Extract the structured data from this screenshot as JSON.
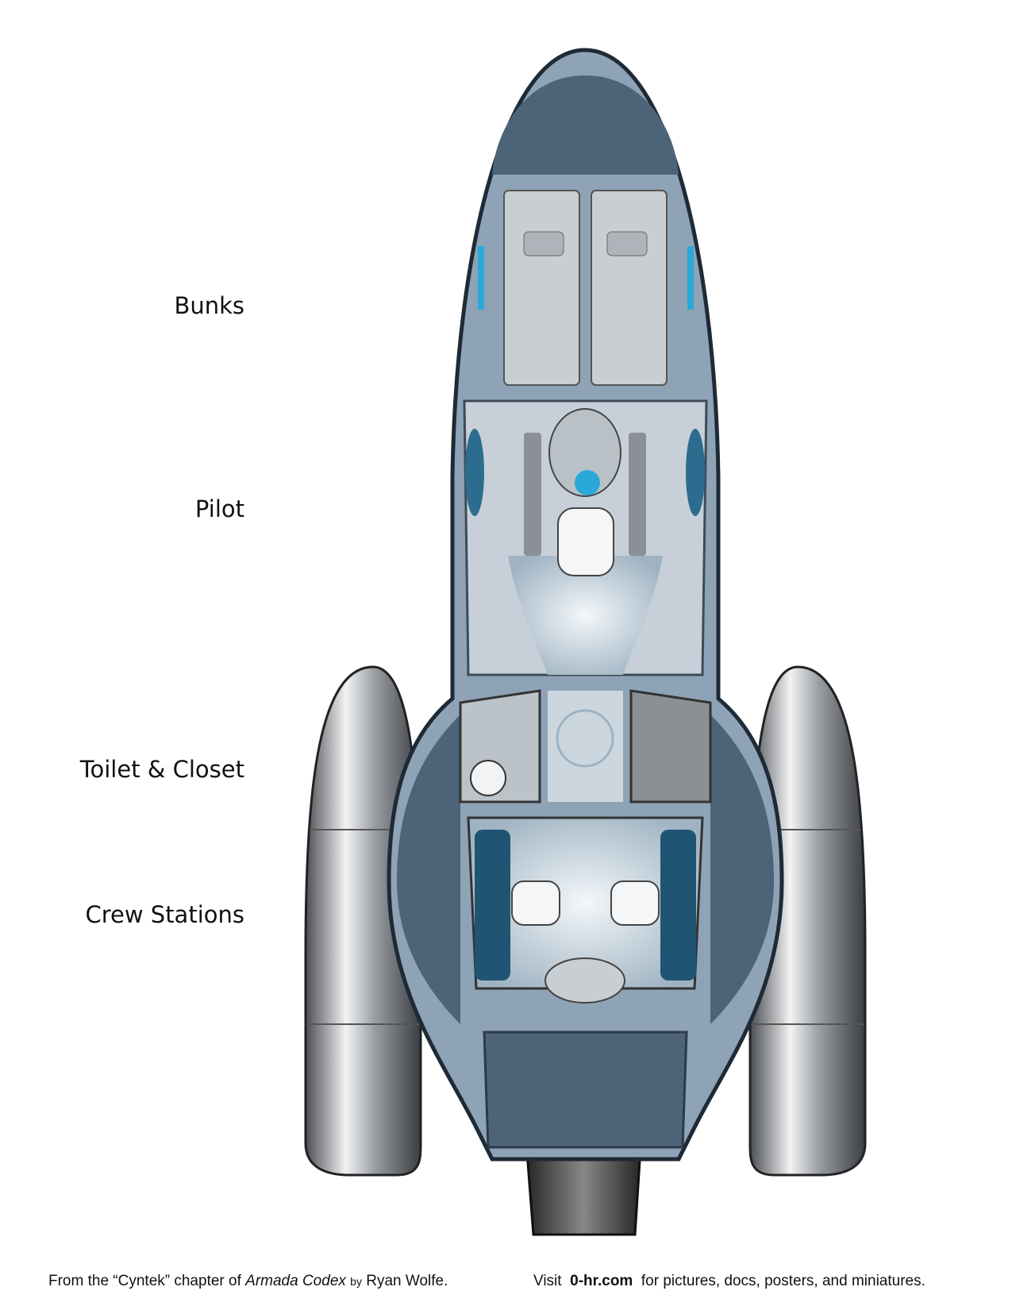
{
  "labels": {
    "bunks": "Bunks",
    "pilot": "Pilot",
    "toilet_closet": "Toilet & Closet",
    "crew_stations": "Crew Stations"
  },
  "footer": {
    "left_prefix": "From the “Cyntek” chapter of",
    "book_title": "Armada Codex",
    "by": "by",
    "author": "Ryan Wolfe.",
    "visit": "Visit",
    "site": "0-hr.com",
    "right_suffix": "for pictures, docs, posters, and miniatures."
  },
  "colors": {
    "hull": "#8ea3b6",
    "hull_dark": "#4d6378",
    "accent": "#2aa9d8",
    "engine": "#b9bcc0"
  }
}
